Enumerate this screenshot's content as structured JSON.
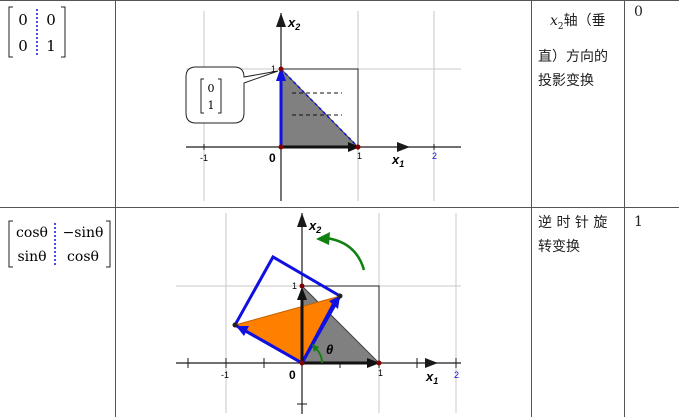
{
  "rows": [
    {
      "matrix": {
        "r1c1": "0",
        "r1c2": "0",
        "r2c1": "0",
        "r2c2": "1"
      },
      "description_var": "x",
      "description_sub": "2",
      "description_l1": "轴（垂",
      "description_l2": "直）方向的",
      "description_l3": "投影变换",
      "value": "0",
      "figure": {
        "x_axis_label": "x",
        "x_axis_sub": "1",
        "y_axis_label": "x",
        "y_axis_sub": "2",
        "origin_label": "0",
        "x_ticks": [
          "-1",
          "1",
          "2"
        ],
        "y_ticks": [
          "1"
        ],
        "callout_vector_top": "0",
        "callout_vector_bottom": "1"
      }
    },
    {
      "matrix": {
        "r1c1": "cosθ",
        "r1c2": "−sinθ",
        "r2c1": "sinθ",
        "r2c2": "cosθ"
      },
      "description_l1": "逆 时 针 旋",
      "description_l2": "转变换",
      "value": "1",
      "figure": {
        "x_axis_label": "x",
        "x_axis_sub": "1",
        "y_axis_label": "x",
        "y_axis_sub": "2",
        "origin_label": "0",
        "angle_label": "θ",
        "x_ticks": [
          "-1",
          "1",
          "2"
        ],
        "y_ticks": [
          "1"
        ]
      }
    }
  ],
  "colors": {
    "accent_blue": "#1010e0",
    "gray_fill": "#808080",
    "orange_fill": "#ff8000",
    "green_arrow": "#108010",
    "dark_red_point": "#800000"
  }
}
